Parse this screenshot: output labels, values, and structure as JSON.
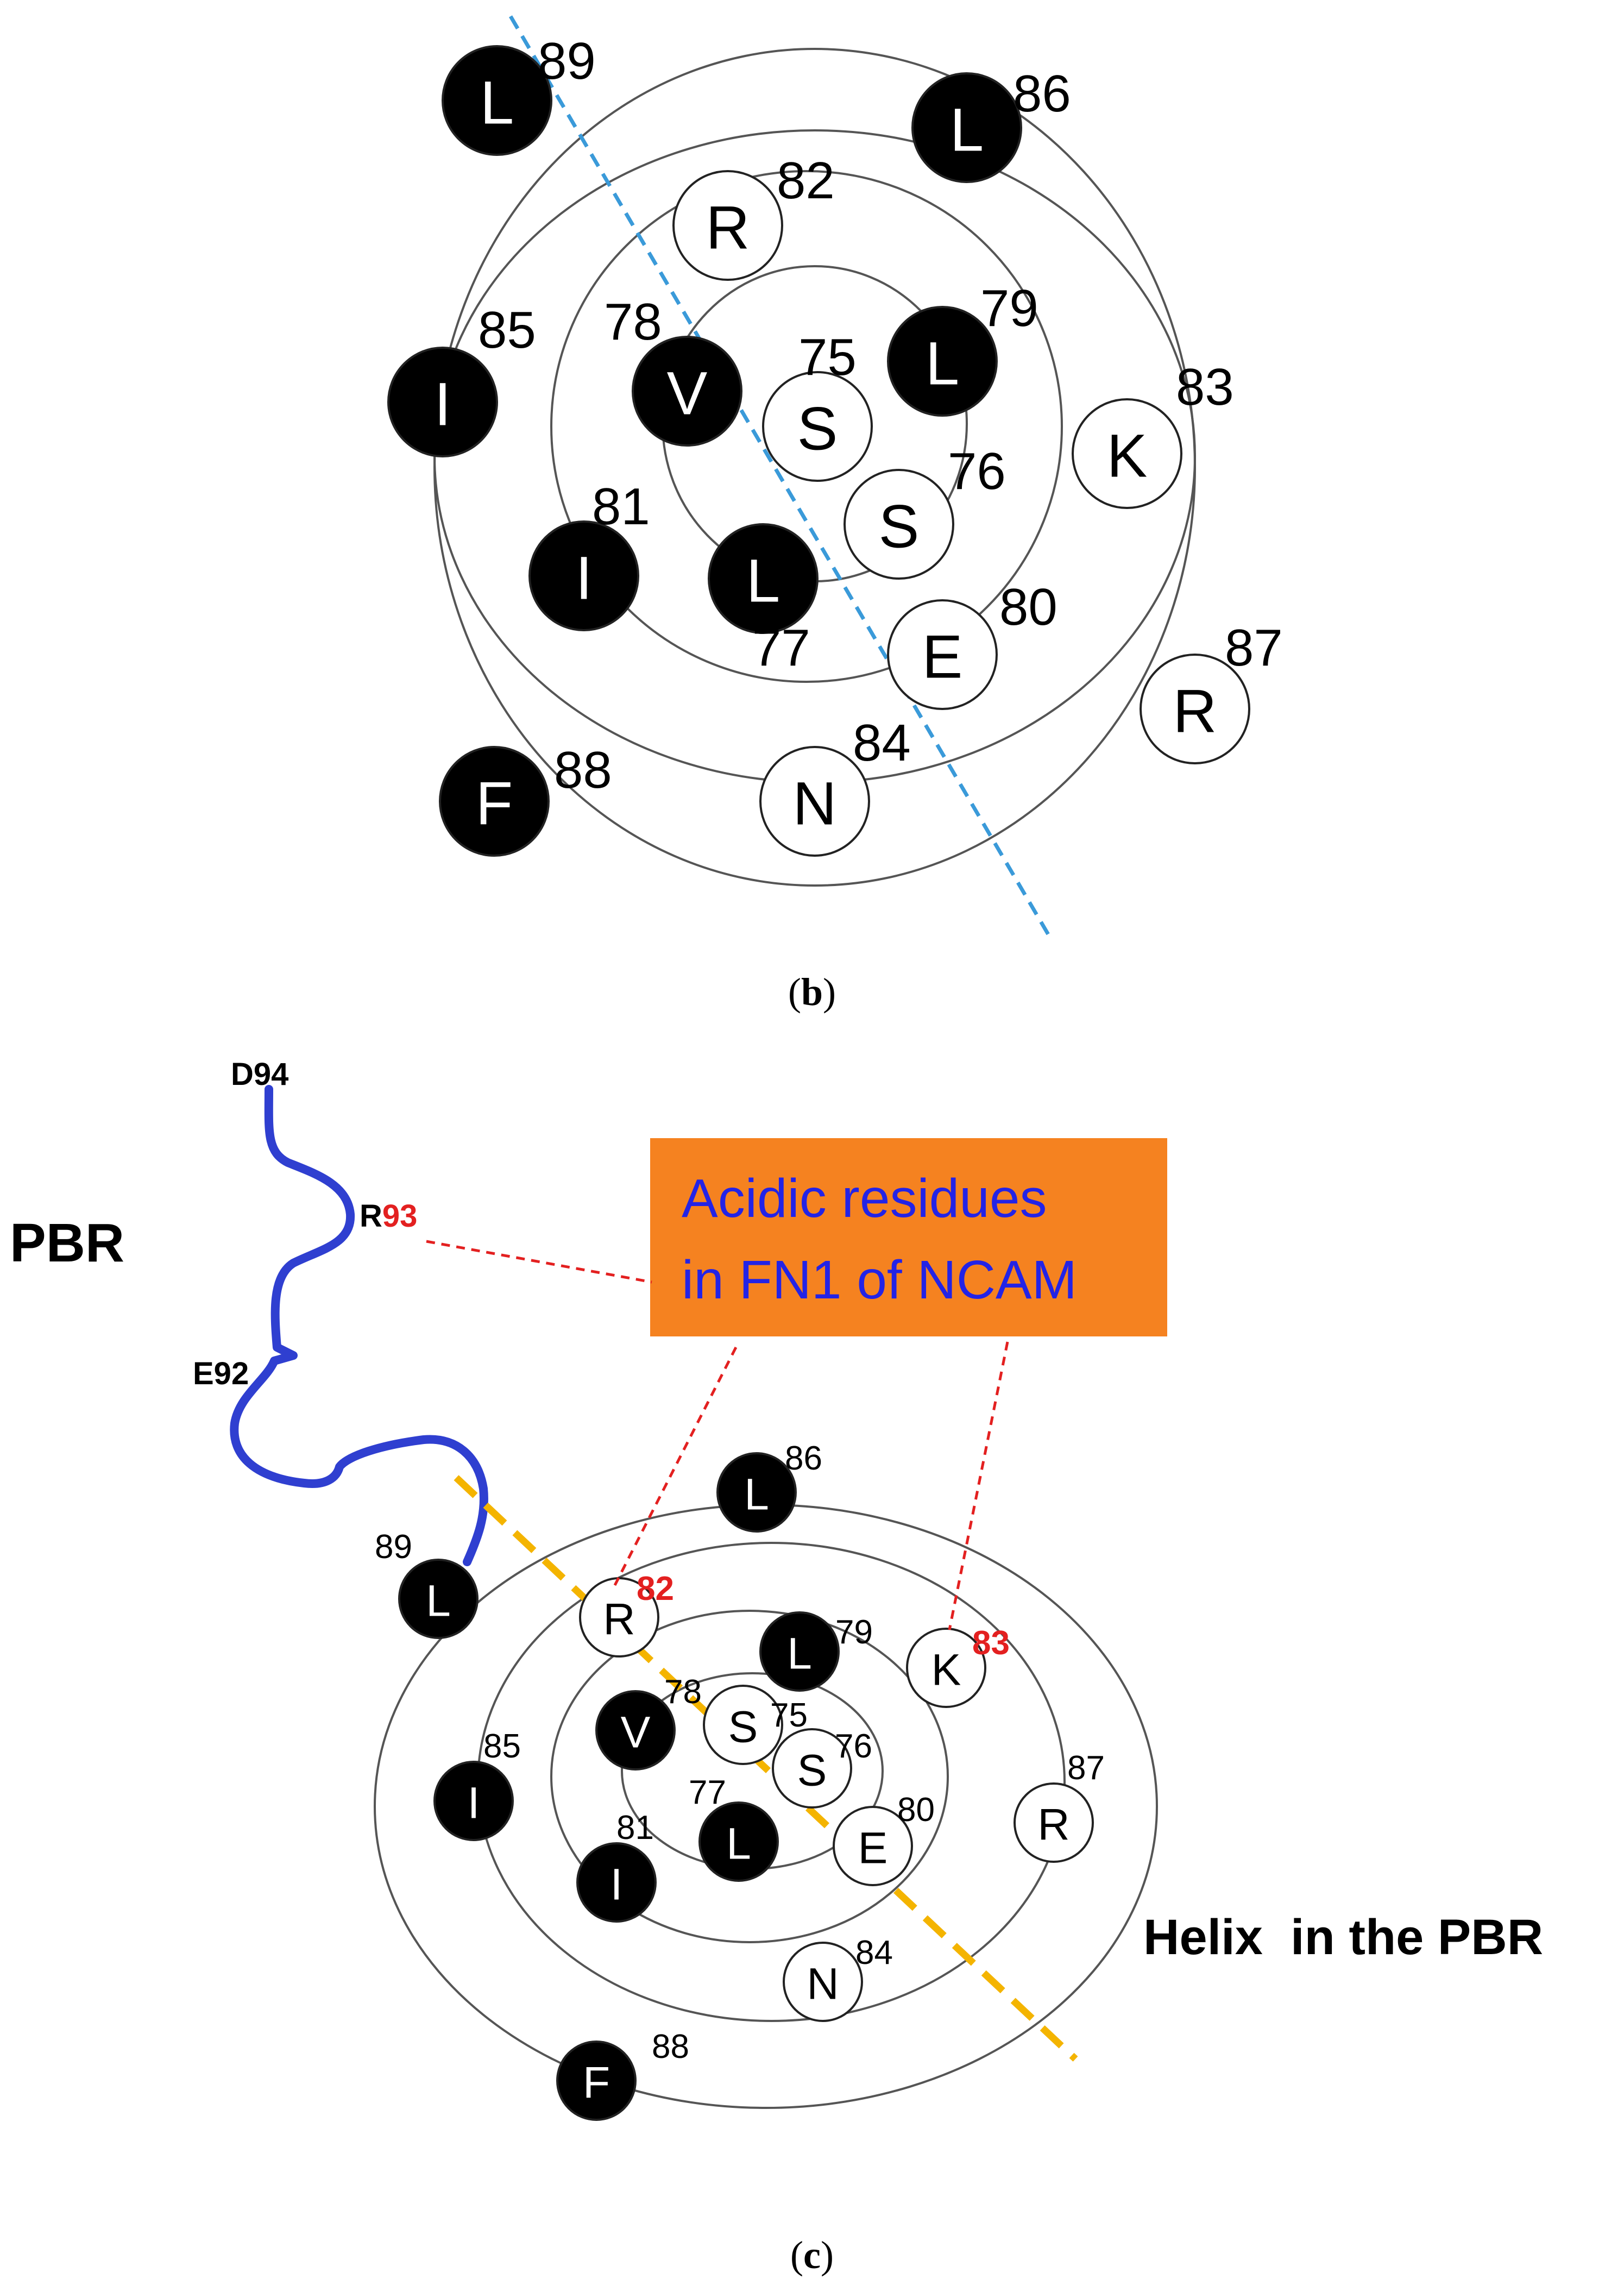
{
  "colors": {
    "hydrophobic": "#000000",
    "polar": "#ffffff",
    "ring": "#555555",
    "axis_b": "#3a9ad9",
    "axis_c": "#f4b400",
    "pbr_chain": "#2f3fd0",
    "callout_bg": "#f58220",
    "callout_text": "#2323e6",
    "highlight_red": "#e32020"
  },
  "panel_b": {
    "caption": "b",
    "residues": [
      {
        "letter": "S",
        "num": "75",
        "hydrophobic": false
      },
      {
        "letter": "S",
        "num": "76",
        "hydrophobic": false
      },
      {
        "letter": "L",
        "num": "77",
        "hydrophobic": true
      },
      {
        "letter": "V",
        "num": "78",
        "hydrophobic": true
      },
      {
        "letter": "L",
        "num": "79",
        "hydrophobic": true
      },
      {
        "letter": "E",
        "num": "80",
        "hydrophobic": false
      },
      {
        "letter": "I",
        "num": "81",
        "hydrophobic": true
      },
      {
        "letter": "R",
        "num": "82",
        "hydrophobic": false
      },
      {
        "letter": "K",
        "num": "83",
        "hydrophobic": false
      },
      {
        "letter": "N",
        "num": "84",
        "hydrophobic": false
      },
      {
        "letter": "I",
        "num": "85",
        "hydrophobic": true
      },
      {
        "letter": "L",
        "num": "86",
        "hydrophobic": true
      },
      {
        "letter": "R",
        "num": "87",
        "hydrophobic": false
      },
      {
        "letter": "F",
        "num": "88",
        "hydrophobic": true
      },
      {
        "letter": "L",
        "num": "89",
        "hydrophobic": true
      }
    ]
  },
  "panel_c": {
    "caption": "c",
    "pbr_label": "PBR",
    "helix_label": "Helix  in the PBR",
    "callout": {
      "line1": "Acidic residues",
      "line2": "in FN1 of NCAM"
    },
    "chain_labels": {
      "d94": "D94",
      "r93_letter": "R",
      "r93_num": "93",
      "e92": "E92"
    },
    "highlighted": [
      "82",
      "83",
      "93"
    ],
    "residues": [
      {
        "letter": "S",
        "num": "75",
        "hydrophobic": false
      },
      {
        "letter": "S",
        "num": "76",
        "hydrophobic": false
      },
      {
        "letter": "L",
        "num": "77",
        "hydrophobic": true
      },
      {
        "letter": "V",
        "num": "78",
        "hydrophobic": true
      },
      {
        "letter": "L",
        "num": "79",
        "hydrophobic": true
      },
      {
        "letter": "E",
        "num": "80",
        "hydrophobic": false
      },
      {
        "letter": "I",
        "num": "81",
        "hydrophobic": true
      },
      {
        "letter": "R",
        "num": "82",
        "hydrophobic": false
      },
      {
        "letter": "K",
        "num": "83",
        "hydrophobic": false
      },
      {
        "letter": "N",
        "num": "84",
        "hydrophobic": false
      },
      {
        "letter": "I",
        "num": "85",
        "hydrophobic": true
      },
      {
        "letter": "L",
        "num": "86",
        "hydrophobic": true
      },
      {
        "letter": "R",
        "num": "87",
        "hydrophobic": false
      },
      {
        "letter": "F",
        "num": "88",
        "hydrophobic": true
      },
      {
        "letter": "L",
        "num": "89",
        "hydrophobic": true
      }
    ]
  }
}
